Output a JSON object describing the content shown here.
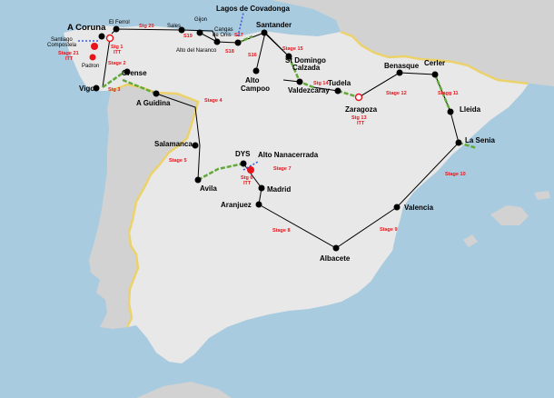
{
  "map": {
    "sea_color": "#a9cbe0",
    "spain_color": "#e8e8e8",
    "neighbor_color": "#d2d2d2",
    "border_color": "#ecd26a",
    "route_color": "#000000",
    "transfer_flat_color": "#62a83a",
    "transfer_flight_color": "#3b5bd9",
    "finish_color": "#e8141b"
  },
  "cities": [
    {
      "id": "a-coruna",
      "label": "A Coruna",
      "size": "big"
    },
    {
      "id": "el-ferrol",
      "label": "El Ferrol",
      "size": "small"
    },
    {
      "id": "santiago",
      "label": "Santiago\nCompostela",
      "size": "small"
    },
    {
      "id": "padron",
      "label": "Padron",
      "size": "small"
    },
    {
      "id": "vigo",
      "label": "Vigo"
    },
    {
      "id": "orense",
      "label": "Orense"
    },
    {
      "id": "a-guidina",
      "label": "A Guidina"
    },
    {
      "id": "sales",
      "label": "Sales",
      "size": "small"
    },
    {
      "id": "gijon",
      "label": "Gijon",
      "size": "small"
    },
    {
      "id": "alto-naranco",
      "label": "Alto del Naranco",
      "size": "small"
    },
    {
      "id": "cangas",
      "label": "Cangas\nde Onis",
      "size": "small"
    },
    {
      "id": "lagos",
      "label": "Lagos de Covadonga"
    },
    {
      "id": "santander",
      "label": "Santander"
    },
    {
      "id": "alto-campoo",
      "label": "Alto\nCampoo"
    },
    {
      "id": "st-domingo",
      "label": "St Domingo\nCalzada"
    },
    {
      "id": "valdezcaray",
      "label": "Valdezcaray"
    },
    {
      "id": "tudela",
      "label": "Tudela"
    },
    {
      "id": "zaragoza",
      "label": "Zaragoza"
    },
    {
      "id": "benasque",
      "label": "Benasque"
    },
    {
      "id": "cerler",
      "label": "Cerler"
    },
    {
      "id": "lleida",
      "label": "Lleida"
    },
    {
      "id": "la-senia",
      "label": "La Senia"
    },
    {
      "id": "valencia",
      "label": "Valencia"
    },
    {
      "id": "albacete",
      "label": "Albacete"
    },
    {
      "id": "aranjuez",
      "label": "Aranjuez"
    },
    {
      "id": "madrid",
      "label": "Madrid"
    },
    {
      "id": "dys",
      "label": "DYS"
    },
    {
      "id": "alto-nanacerrada",
      "label": "Alto Nanacerrada"
    },
    {
      "id": "avila",
      "label": "Avila"
    },
    {
      "id": "salamanca",
      "label": "Salamanca"
    }
  ],
  "stages": [
    {
      "id": "stg1",
      "label": "Stg 1\nITT"
    },
    {
      "id": "stage2",
      "label": "Stage 2"
    },
    {
      "id": "stage21",
      "label": "Stage 21\nITT"
    },
    {
      "id": "stg3",
      "label": "Stg 3"
    },
    {
      "id": "stage4",
      "label": "Stage 4"
    },
    {
      "id": "stage5",
      "label": "Stage 5"
    },
    {
      "id": "stg6",
      "label": "Stg 6\nITT"
    },
    {
      "id": "stage7",
      "label": "Stage 7"
    },
    {
      "id": "stage8",
      "label": "Stage 8"
    },
    {
      "id": "stage9",
      "label": "Stage 9"
    },
    {
      "id": "stage10",
      "label": "Stage 10"
    },
    {
      "id": "stagg11",
      "label": "Stagg 11"
    },
    {
      "id": "stage12",
      "label": "Stage 12"
    },
    {
      "id": "stg13",
      "label": "Stg 13\nITT"
    },
    {
      "id": "stg14",
      "label": "Stg 14"
    },
    {
      "id": "stage15",
      "label": "Stage 15"
    },
    {
      "id": "s16",
      "label": "S16"
    },
    {
      "id": "s17",
      "label": "S17"
    },
    {
      "id": "s18",
      "label": "S18"
    },
    {
      "id": "s19",
      "label": "S19"
    },
    {
      "id": "stg20",
      "label": "Stg 20"
    }
  ]
}
